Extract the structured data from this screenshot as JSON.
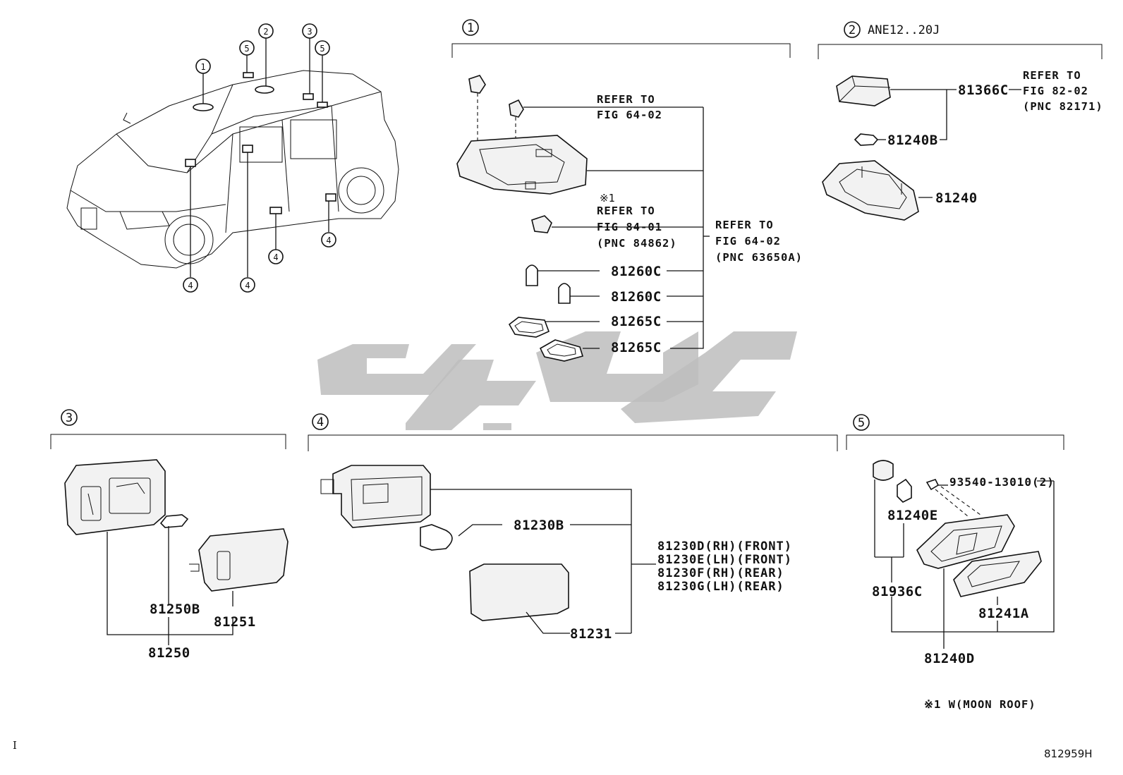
{
  "diagram": {
    "sections": [
      {
        "num": "1"
      },
      {
        "num": "2",
        "label": "ANE12..20J"
      },
      {
        "num": "3"
      },
      {
        "num": "4"
      },
      {
        "num": "5"
      }
    ],
    "car_callouts": [
      "1",
      "2",
      "3",
      "5",
      "5",
      "4",
      "4",
      "4",
      "4"
    ],
    "section1": {
      "ref_a": [
        "REFER TO",
        "FIG 64-02"
      ],
      "ref_b_mark": "※1",
      "ref_b": [
        "REFER TO",
        "FIG 84-01",
        "(PNC 84862)"
      ],
      "ref_c": [
        "REFER TO",
        "FIG 64-02",
        "(PNC 63650A)"
      ],
      "parts": [
        "81260C",
        "81260C",
        "81265C",
        "81265C"
      ]
    },
    "section2": {
      "ref": [
        "REFER TO",
        "FIG 82-02",
        "(PNC 82171)"
      ],
      "parts": [
        "81366C",
        "81240B",
        "81240"
      ]
    },
    "section3": {
      "parts": [
        "81250B",
        "81251",
        "81250"
      ]
    },
    "section4": {
      "parts": [
        "81230B",
        "81231"
      ],
      "variants": [
        "81230D(RH)(FRONT)",
        "81230E(LH)(FRONT)",
        "81230F(RH)(REAR)",
        "81230G(LH)(REAR)"
      ]
    },
    "section5": {
      "bolt": "93540-13010(2)",
      "parts": [
        "81240E",
        "81936C",
        "81241A",
        "81240D"
      ]
    },
    "footnote": "※1 W(MOON ROOF)",
    "figure_code": "812959H",
    "corner_mark": "I"
  }
}
